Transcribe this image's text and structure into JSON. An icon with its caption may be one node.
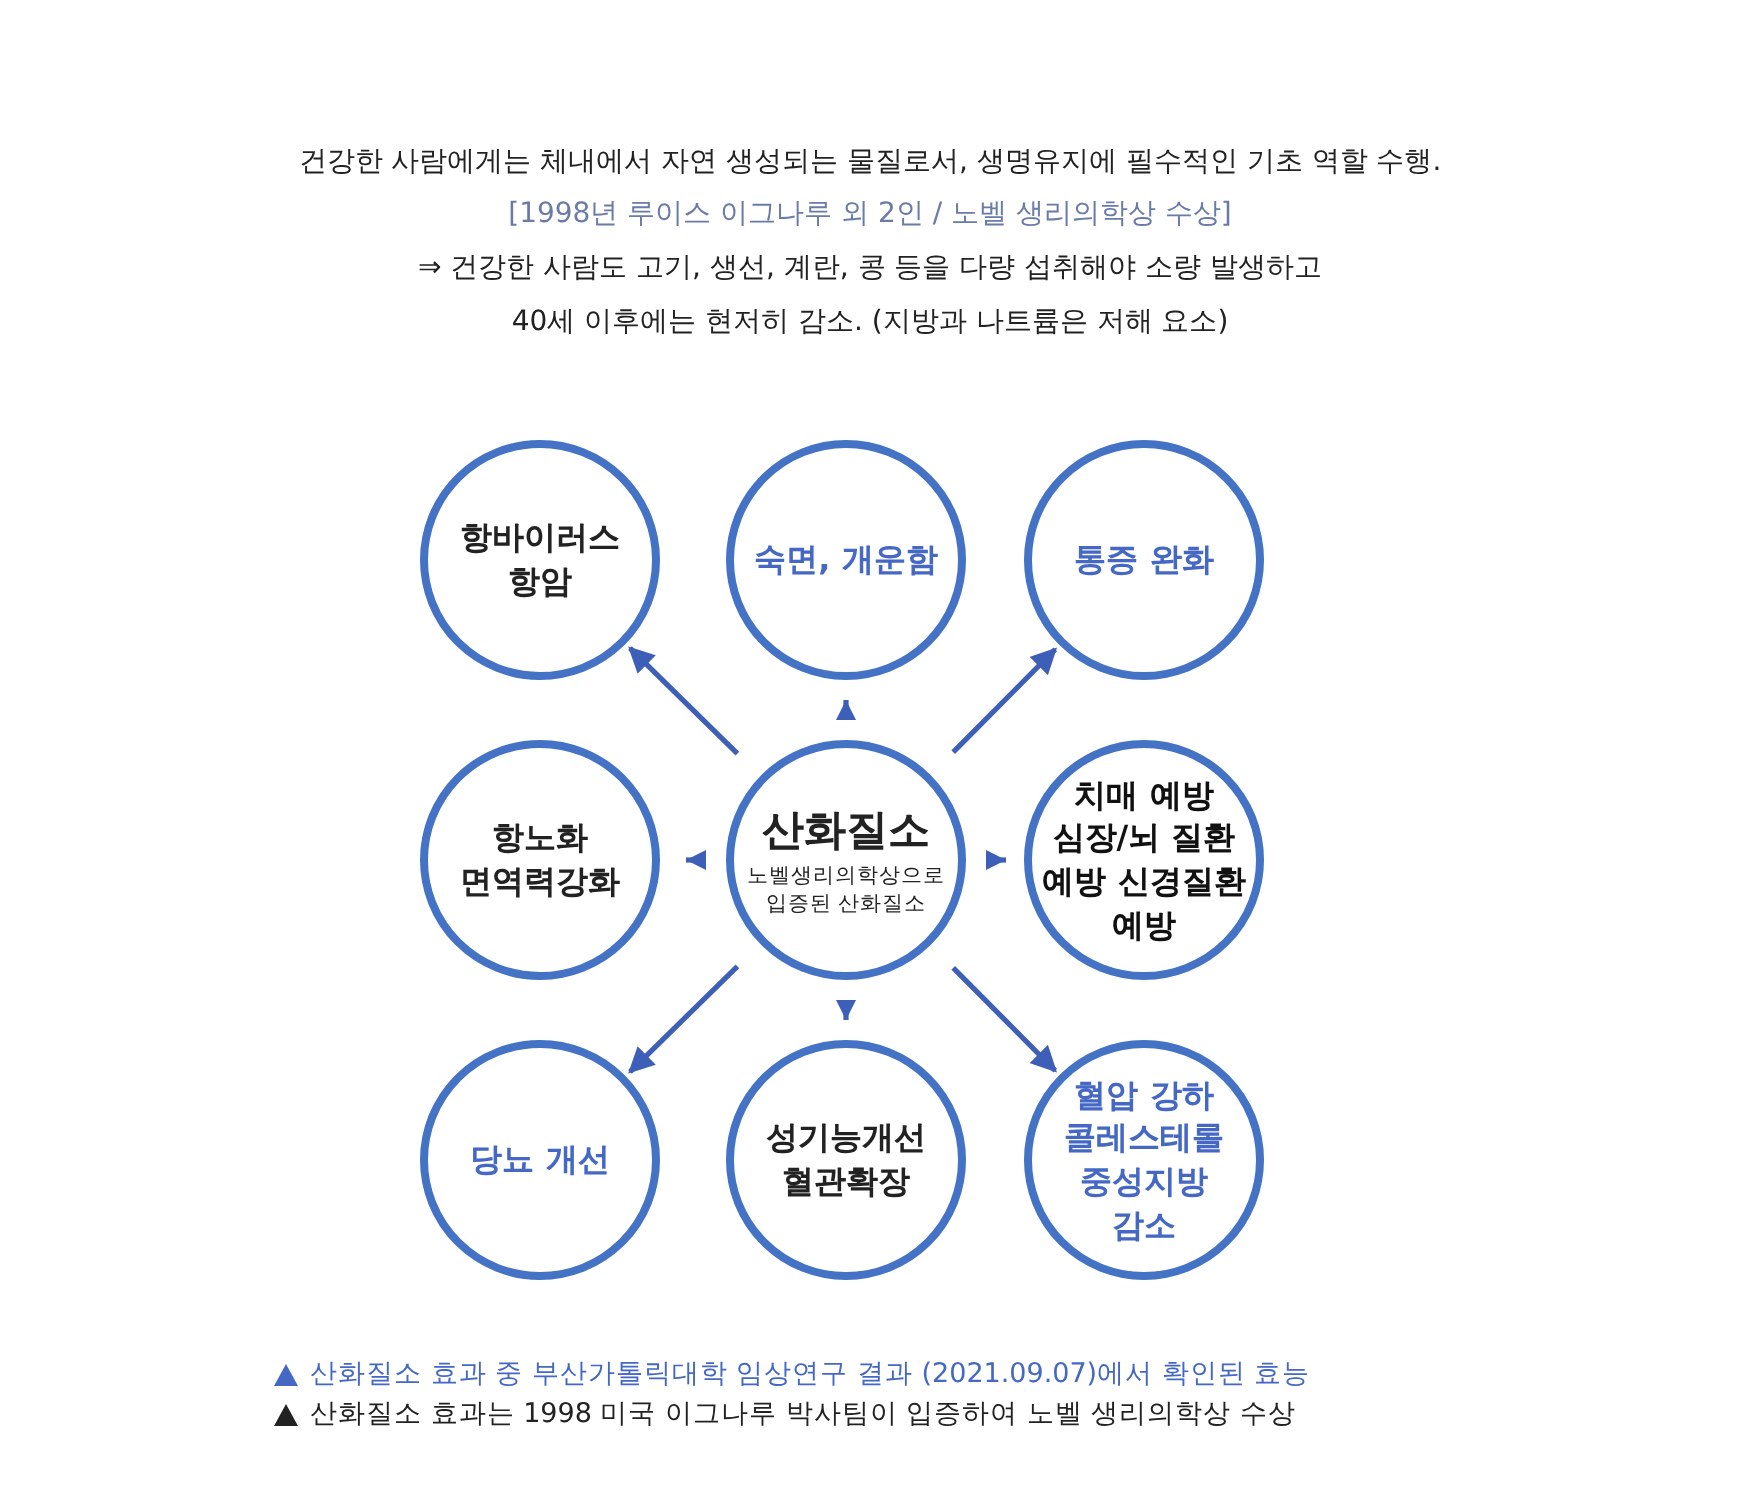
{
  "diagram": {
    "nodes": [
      {
        "text": [
          "항바이러스 항암"
        ]
      },
      {
        "text": [
          "숙면, 개운함"
        ]
      },
      {
        "text": [
          "통증 완화"
        ]
      },
      {
        "text": [
          "항노화 면역력강화"
        ]
      },
      {
        "text": [
          "산화질소",
          "노벨생리의학상으로 입증된 산화질소"
        ]
      },
      {
        "text": [
          "치매 예방 심장/뇌 질환 예방 신경질환 예방"
        ]
      },
      {
        "text": [
          "당뇨 개선"
        ]
      },
      {
        "text": [
          "성기능개선 혈관확장"
        ]
      },
      {
        "text": [
          "혈압 강하 콜레스테롤 중성지방 감소"
        ]
      }
    ],
    "edges": [
      {
        "from": 4,
        "to": 0,
        "arrow": "to"
      },
      {
        "from": 4,
        "to": 1,
        "arrow": "to"
      },
      {
        "from": 4,
        "to": 2,
        "arrow": "to"
      },
      {
        "from": 4,
        "to": 3,
        "arrow": "to"
      },
      {
        "from": 4,
        "to": 5,
        "arrow": "to"
      },
      {
        "from": 4,
        "to": 6,
        "arrow": "to"
      },
      {
        "from": 4,
        "to": 7,
        "arrow": "to"
      },
      {
        "from": 4,
        "to": 8,
        "arrow": "to"
      }
    ],
    "labels": [
      "건강한 사람에게는 체내에서 자연 생성되는 물질로서, 생명유지에 필수적인 기초 역할 수행.",
      "[1998년 루이스 이그나루 외 2인 / 노벨 생리의학상 수상]",
      "⇒ 건강한 사람도 고기, 생선, 계란, 콩 등을 다량 섭취해야 소량 발생하고",
      "40세 이후에는 현저히 감소. (지방과 나트륨은 저해 요소)"
    ],
    "legend": [
      {
        "text": "산화질소 효과 중 부산가톨릭대학 임상연구 결과 (2021.09.07)에서 확인된 효능",
        "color": "#4468c4"
      },
      {
        "text": "산화질소 효과는 1998 미국 이그나루 박사팀이 입증하여 노벨 생리의학상 수상",
        "color": "#222222"
      }
    ]
  }
}
